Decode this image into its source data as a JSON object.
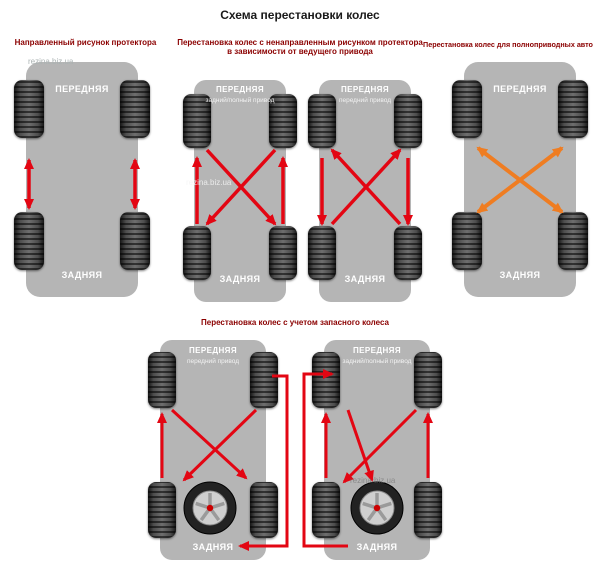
{
  "title": "Схема перестановки колес",
  "watermark": "rezina.biz.ua",
  "headings": {
    "directional": "Направленный рисунок протектора",
    "nondirectional_line1": "Перестановка колес с ненаправленным рисунком протектора",
    "nondirectional_line2": "в зависимости от ведущего привода",
    "awd": "Перестановка колес для полноприводных авто",
    "spare": "Перестановка колес с учетом запасного колеса"
  },
  "labels": {
    "front": "ПЕРЕДНЯЯ",
    "rear": "ЗАДНЯЯ",
    "drive_rear_full": "задний/полный привод",
    "drive_front": "передний привод"
  },
  "colors": {
    "arrow_red": "#e30613",
    "arrow_orange": "#ef7d22",
    "car_body": "#b5b5b5",
    "heading_text": "#8b0000"
  }
}
